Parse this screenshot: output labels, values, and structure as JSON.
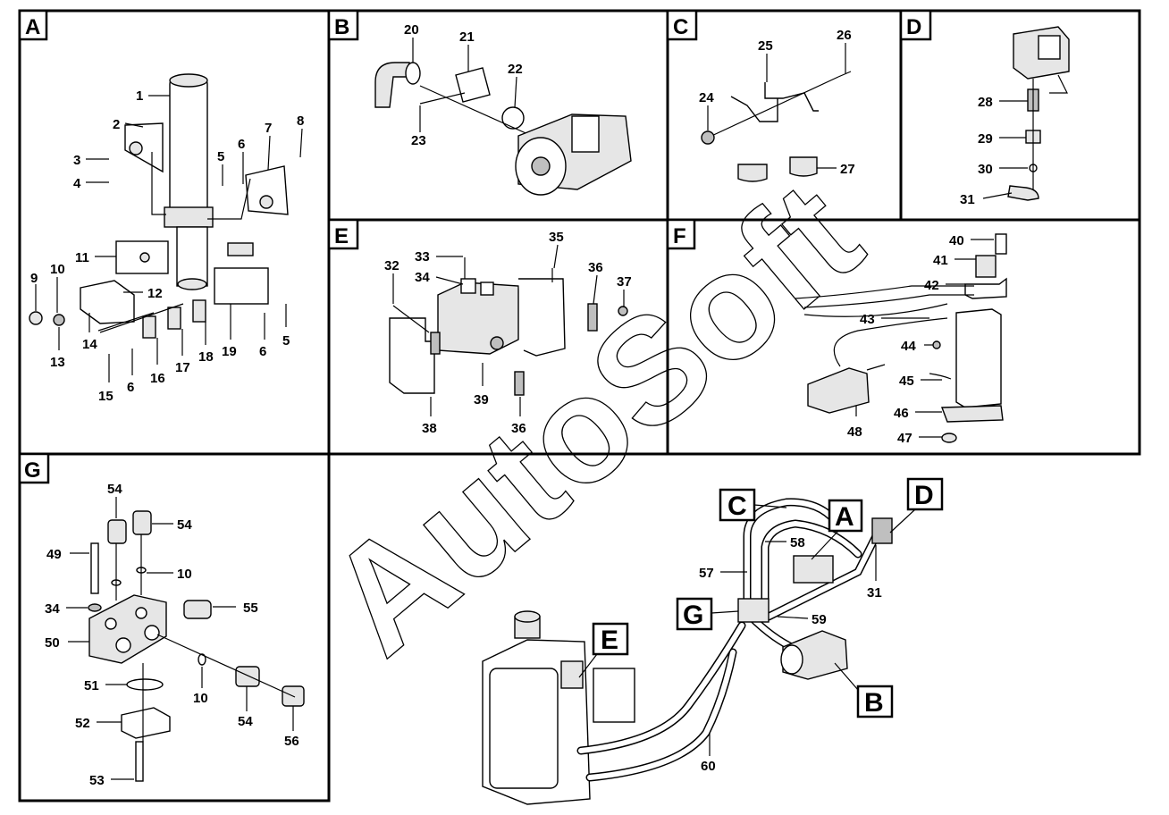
{
  "header_mark": "",
  "watermark": "AutoSoft",
  "panels": [
    {
      "id": "A",
      "label": "A"
    },
    {
      "id": "B",
      "label": "B"
    },
    {
      "id": "C",
      "label": "C"
    },
    {
      "id": "D",
      "label": "D"
    },
    {
      "id": "E",
      "label": "E"
    },
    {
      "id": "F",
      "label": "F"
    },
    {
      "id": "G",
      "label": "G"
    }
  ],
  "overview_labels": [
    "C",
    "A",
    "D",
    "G",
    "E",
    "B"
  ],
  "callouts": {
    "A": [
      "1",
      "2",
      "3",
      "4",
      "5",
      "6",
      "7",
      "8",
      "9",
      "10",
      "11",
      "12",
      "13",
      "14",
      "15",
      "6",
      "16",
      "17",
      "18",
      "19",
      "6",
      "5"
    ],
    "B": [
      "20",
      "21",
      "22",
      "23"
    ],
    "C": [
      "24",
      "25",
      "26",
      "27"
    ],
    "D": [
      "28",
      "29",
      "30",
      "31"
    ],
    "E": [
      "33",
      "34",
      "35",
      "32",
      "36",
      "37",
      "39",
      "38",
      "36"
    ],
    "F": [
      "40",
      "41",
      "42",
      "43",
      "44",
      "45",
      "46",
      "47",
      "48"
    ],
    "G": [
      "54",
      "54",
      "49",
      "10",
      "34",
      "55",
      "50",
      "51",
      "10",
      "54",
      "56",
      "52",
      "53"
    ],
    "overview": [
      "58",
      "57",
      "31",
      "59",
      "60"
    ]
  }
}
